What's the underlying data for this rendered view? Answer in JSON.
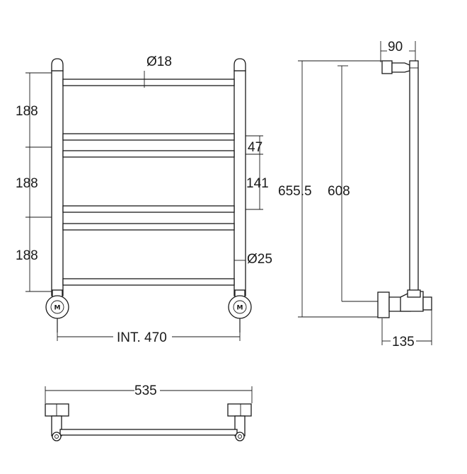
{
  "dimensions": {
    "bar_diameter": "Ø18",
    "post_diameter": "Ø25",
    "spacing_top": "188",
    "spacing_middle": "188",
    "spacing_bottom": "188",
    "bar_pair_gap": "47",
    "bar_pair_pitch": "141",
    "internal_width": "INT. 470",
    "overall_height": "655.5",
    "post_height": "608",
    "wall_offset_top": "90",
    "wall_offset_bottom": "135",
    "overall_width": "535"
  },
  "valve_letter": "M"
}
